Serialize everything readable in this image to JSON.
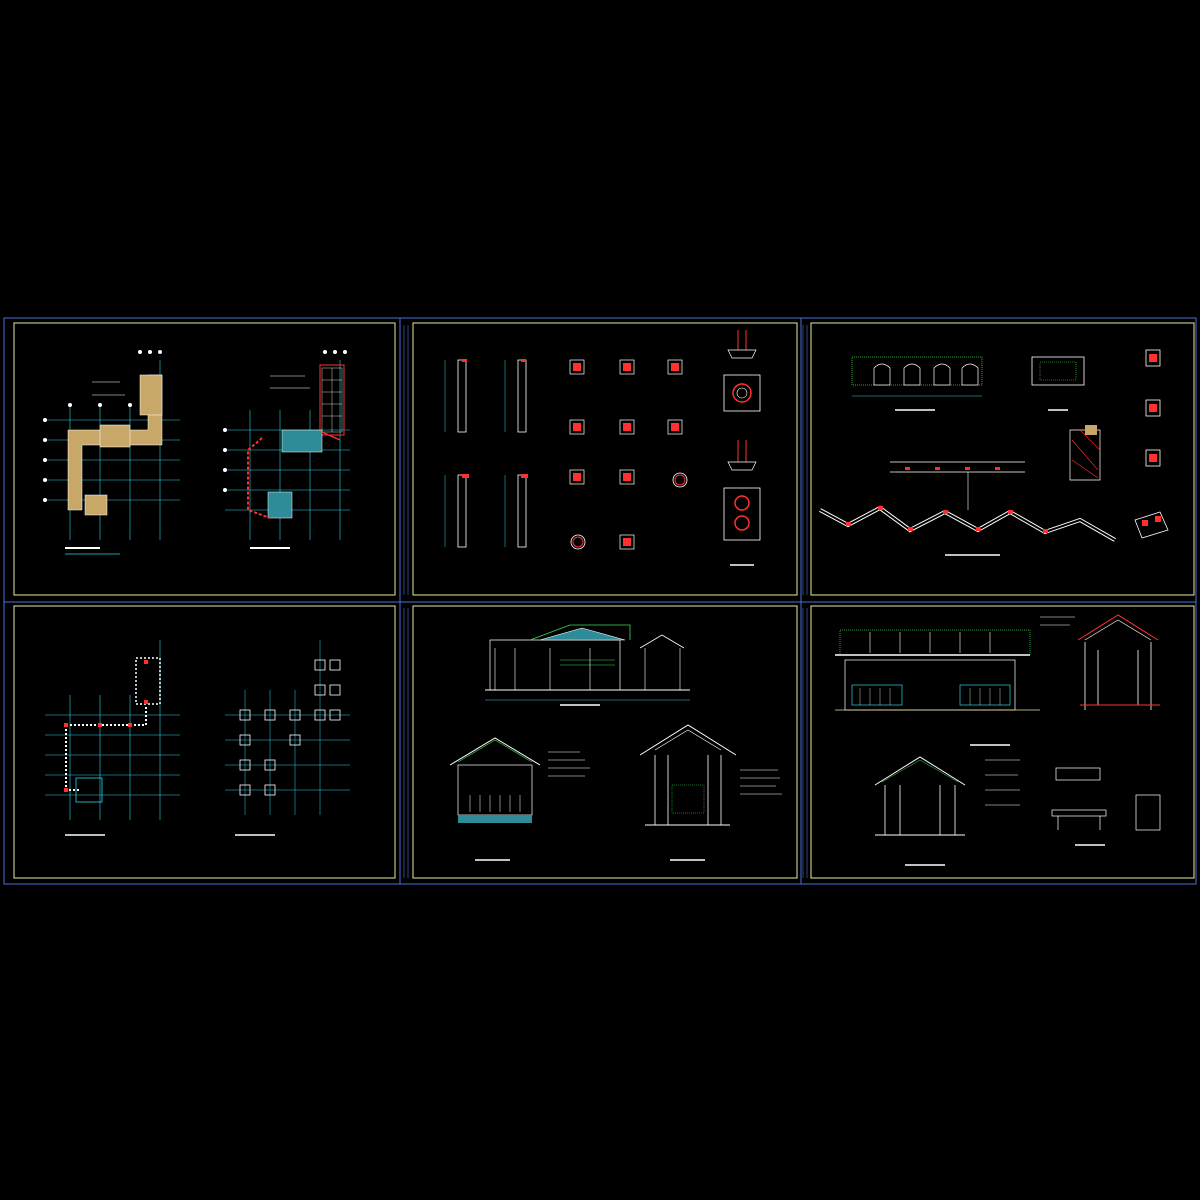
{
  "drawing_set": {
    "background": "#000000",
    "frame_color": "#4a6fd6",
    "border_color": "#e8e8a0",
    "sheets": [
      {
        "id": "plan-a",
        "title_label": "",
        "kind": "site-plan-colored"
      },
      {
        "id": "details",
        "title_label": "",
        "kind": "column-details"
      },
      {
        "id": "roof-wall",
        "title_label": "",
        "kind": "wall-and-zigzag"
      },
      {
        "id": "plan-b",
        "title_label": "",
        "kind": "foundation-plan"
      },
      {
        "id": "sections-a",
        "title_label": "",
        "kind": "pavilion-sections"
      },
      {
        "id": "elevations",
        "title_label": "",
        "kind": "corridor-elevations"
      }
    ]
  },
  "colors": {
    "cyan": "#29d3e6",
    "white": "#ffffff",
    "red": "#ff3030",
    "green": "#3ddc4a",
    "tan": "#c8a868",
    "teal": "#2e8c98",
    "yellow": "#e6e690",
    "magenta": "#d040d0",
    "blue": "#4a6fd6"
  }
}
